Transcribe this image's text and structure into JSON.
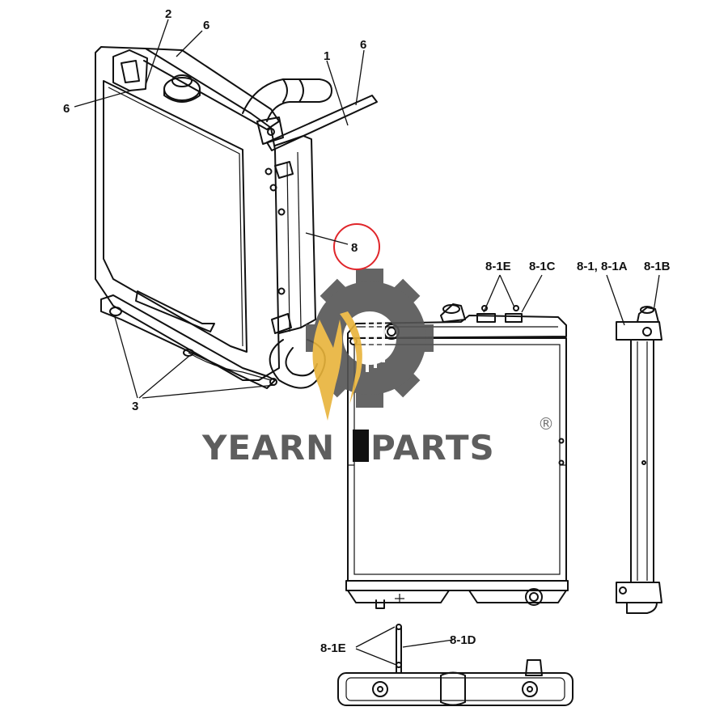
{
  "callouts": {
    "c1": "1",
    "c2": "2",
    "c6a": "6",
    "c6b": "6",
    "c6c": "6",
    "c3": "3",
    "c8": "8",
    "c81e_top": "8-1E",
    "c81c": "8-1C",
    "c81_81a": "8-1, 8-1A",
    "c81b": "8-1B",
    "c81e_bottom": "8-1E",
    "c81d": "8-1D"
  },
  "watermark": {
    "brand_left": "YEARN",
    "brand_right": "PARTS",
    "registered": "®"
  },
  "colors": {
    "line": "#111111",
    "highlight_circle": "#e0262b",
    "watermark_gear": "#555555",
    "watermark_flame": "#e8b33a",
    "watermark_text": "#5e5e5e"
  },
  "icons": {
    "brand_logo": "gear-flame-logo-icon",
    "registered": "registered-trademark-icon"
  }
}
